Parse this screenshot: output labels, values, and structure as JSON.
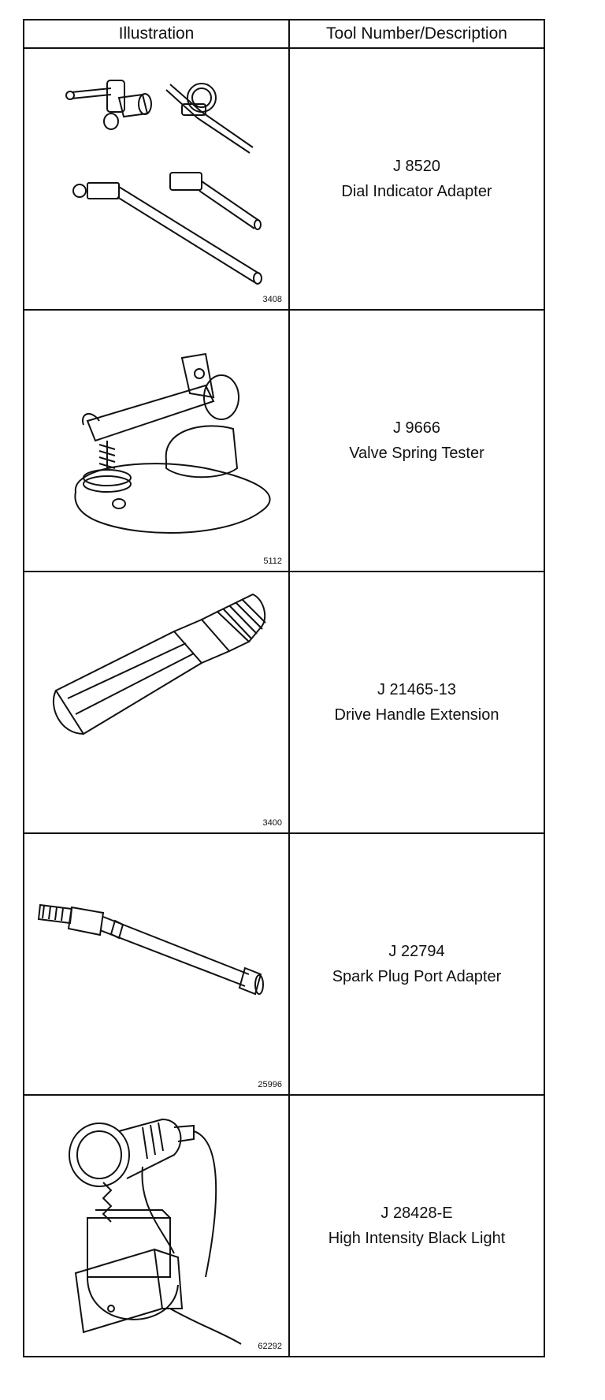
{
  "headers": {
    "illustration": "Illustration",
    "description": "Tool Number/Description"
  },
  "rows": [
    {
      "tool_number": "J 8520",
      "description": "Dial Indicator Adapter",
      "figure": "3408",
      "icon": "dial-indicator-adapter-icon"
    },
    {
      "tool_number": "J 9666",
      "description": "Valve Spring Tester",
      "figure": "5112",
      "icon": "valve-spring-tester-icon"
    },
    {
      "tool_number": "J 21465-13",
      "description": "Drive Handle Extension",
      "figure": "3400",
      "icon": "drive-handle-extension-icon"
    },
    {
      "tool_number": "J 22794",
      "description": "Spark Plug Port Adapter",
      "figure": "25996",
      "icon": "spark-plug-port-adapter-icon"
    },
    {
      "tool_number": "J 28428-E",
      "description": "High Intensity Black Light",
      "figure": "62292",
      "icon": "black-light-icon"
    }
  ]
}
